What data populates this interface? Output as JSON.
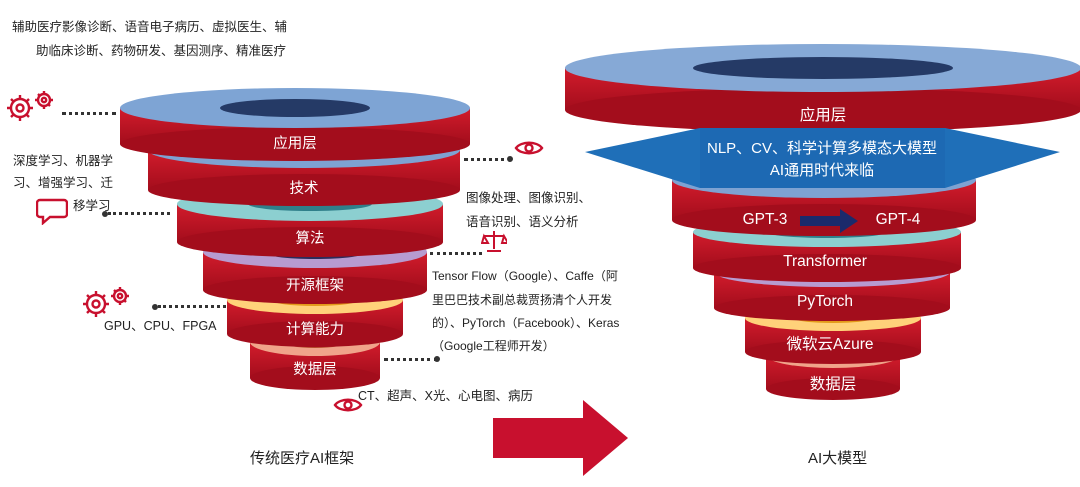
{
  "left": {
    "caption": "传统医疗AI框架",
    "top_note_line1": "辅助医疗影像诊断、语音电子病历、虚拟医生、辅",
    "top_note_line2": "助临床诊断、药物研发、基因测序、精准医疗",
    "layers": [
      "应用层",
      "技术",
      "算法",
      "开源框架",
      "计算能力",
      "数据层"
    ],
    "tech_note_line1": "深度学习、机器学",
    "tech_note_line2": "习、增强学习、迁",
    "tech_note_line3": "移学习",
    "vision_note_line1": "图像处理、图像识别、",
    "vision_note_line2": "语音识别、语义分析",
    "framework_note_line1": "Tensor Flow（Google）、Caffe（阿",
    "framework_note_line2": "里巴巴技术副总裁贾扬清个人开发",
    "framework_note_line3": "的）、PyTorch（Facebook）、Keras",
    "framework_note_line4": "（Google工程师开发）",
    "hardware_note": "GPU、CPU、FPGA",
    "data_note": "CT、超声、X光、心电图、病历"
  },
  "right": {
    "caption": "AI大模型",
    "app_layer": "应用层",
    "banner_line1": "NLP、CV、科学计算多模态大模型",
    "banner_line2": "AI通用时代来临",
    "gpt3": "GPT-3",
    "gpt4": "GPT-4",
    "layers": [
      "Transformer",
      "PyTorch",
      "微软云Azure",
      "数据层"
    ]
  },
  "icons": [
    "gear-icon",
    "gear-icon",
    "speech-bubble-icon",
    "eye-icon",
    "scale-icon",
    "gear-icon",
    "gear-icon",
    "eye-icon",
    "right-arrow-icon"
  ],
  "colors": {
    "red": "#c8102e",
    "blue": "#5b8ec6",
    "banner": "#1f6fb8",
    "navy": "#1b2a6b"
  }
}
